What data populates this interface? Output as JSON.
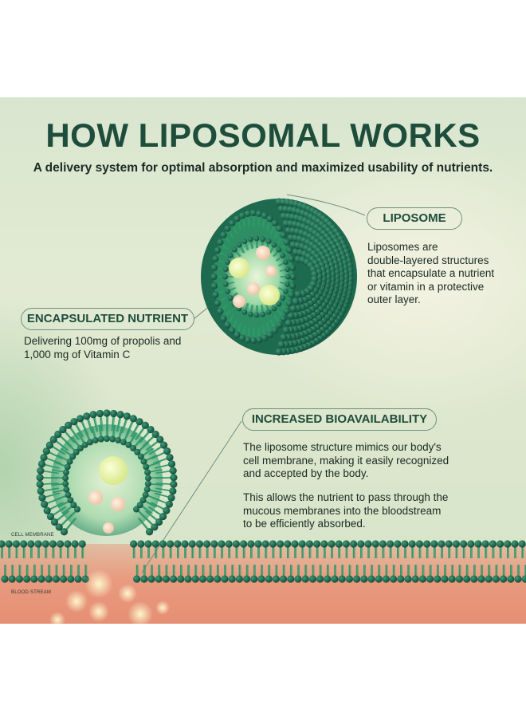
{
  "title": "HOW LIPOSOMAL WORKS",
  "subtitle": "A delivery system for optimal absorption and maximized usability of nutrients.",
  "liposome": {
    "label": "LIPOSOME",
    "lines": [
      "Liposomes are",
      "double-layered structures",
      "that encapsulate a nutrient",
      "or vitamin in a protective",
      "outer layer."
    ]
  },
  "encapsulated": {
    "label": "ENCAPSULATED NUTRIENT",
    "lines": [
      "Delivering 100mg of propolis and",
      "1,000 mg of Vitamin C"
    ]
  },
  "bioavailability": {
    "label": "INCREASED BIOAVAILABILITY",
    "para1": [
      "The liposome structure mimics our body's",
      "cell membrane, making it easily recognized",
      "and accepted by the body."
    ],
    "para2": [
      "This allows the nutrient to pass through the",
      "mucous membranes into the bloodstream",
      "to be efficiently absorbed."
    ]
  },
  "labels": {
    "cell_membrane": "CELL MEMBRANE",
    "blood_stream": "BLOOD STREAM"
  },
  "colors": {
    "lipid_head": "#1f6b50",
    "lipid_tail": "#2f9a6a",
    "title": "#1e4d3c",
    "blood": "#e99a7f"
  }
}
